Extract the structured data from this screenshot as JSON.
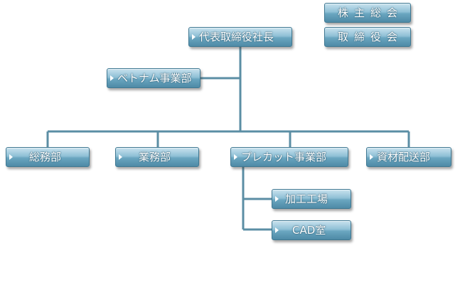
{
  "board": {
    "shareholders": "株主総会",
    "directors": "取締役会"
  },
  "ceo": "代表取締役社長",
  "vietnam": "ベトナム事業部",
  "departments": {
    "general_affairs": "総務部",
    "business": "業務部",
    "precut": "プレカット事業部",
    "materials": "資材配送部"
  },
  "precut_sub": {
    "factory": "加工工場",
    "cad": "CAD室"
  },
  "colors": {
    "box_top": "#c9e2ee",
    "box_bottom": "#4e8aa6",
    "line": "#5b8ea4"
  }
}
